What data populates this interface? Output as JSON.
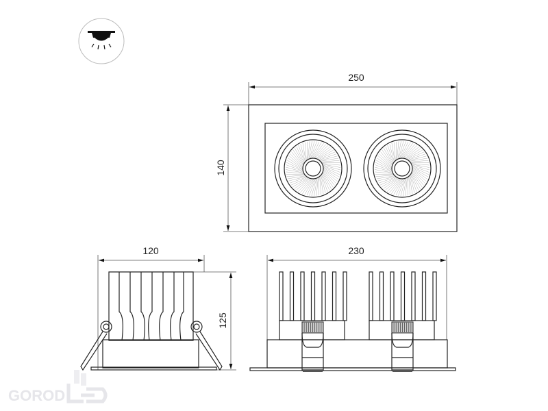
{
  "icon": {
    "name": "ceiling-recessed-light-icon"
  },
  "top_view": {
    "width_label": "250",
    "height_label": "140"
  },
  "side_view": {
    "width_label": "120",
    "height_label": "125"
  },
  "front_view": {
    "width_label": "230"
  },
  "watermark": {
    "text": "GOROD",
    "logo_suffix": "LED"
  },
  "colors": {
    "line": "#222222",
    "watermark": "#e6e6ea"
  }
}
